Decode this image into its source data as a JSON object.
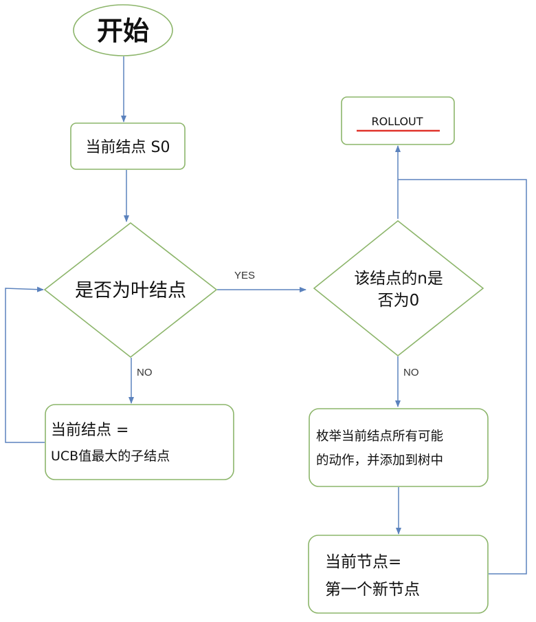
{
  "nodes": {
    "start": {
      "text": "开始"
    },
    "current_s0": {
      "text": "当前结点 S0"
    },
    "is_leaf": {
      "text": "是否为叶结点"
    },
    "n_zero": {
      "line1": "该结点的n是",
      "line2": "否为0"
    },
    "rollout": {
      "text": "ROLLOUT"
    },
    "select_child": {
      "line1": "当前结点 =",
      "line2": "UCB值最大的子结点"
    },
    "expand": {
      "line1": "枚举当前结点所有可能",
      "line2": "的动作，并添加到树中"
    },
    "first_new": {
      "line1": "当前节点=",
      "line2": "第一个新节点"
    }
  },
  "labels": {
    "yes": "YES",
    "no_left": "NO",
    "no_right": "NO"
  },
  "colors": {
    "shape_stroke": "#8cb56a",
    "arrow": "#5b82bd",
    "rollout_underline": "#e0322a"
  }
}
